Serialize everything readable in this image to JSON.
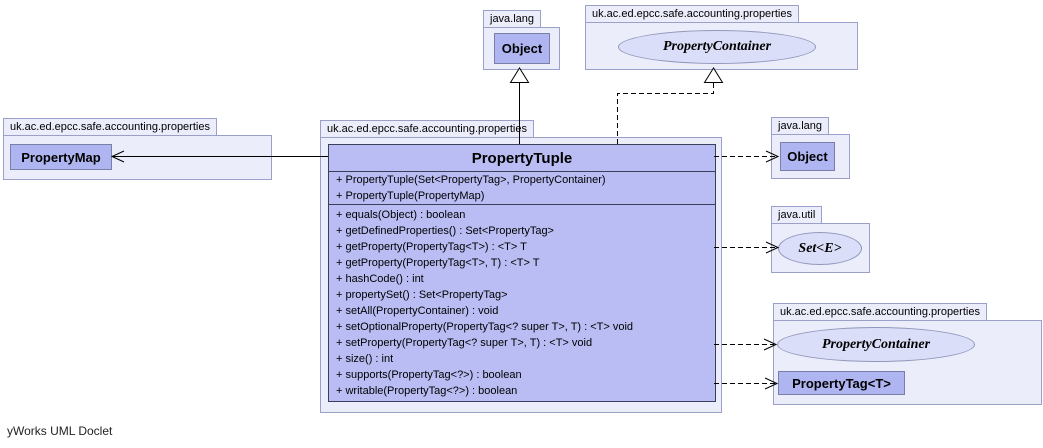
{
  "footer": "yWorks UML Doclet",
  "packages": {
    "left": {
      "name": "uk.ac.ed.epcc.safe.accounting.properties"
    },
    "top_left": {
      "name": "java.lang"
    },
    "top_right": {
      "name": "uk.ac.ed.epcc.safe.accounting.properties"
    },
    "main": {
      "name": "uk.ac.ed.epcc.safe.accounting.properties"
    },
    "right_object": {
      "name": "java.lang"
    },
    "right_set": {
      "name": "java.util"
    },
    "right_props": {
      "name": "uk.ac.ed.epcc.safe.accounting.properties"
    }
  },
  "classes": {
    "property_map": "PropertyMap",
    "object_top": "Object",
    "object_right": "Object",
    "property_container_top": "PropertyContainer",
    "property_container_right": "PropertyContainer",
    "set_e": "Set<E>",
    "property_tag": "PropertyTag<T>"
  },
  "main_class": {
    "title": "PropertyTuple",
    "constructors": [
      "+ PropertyTuple(Set<PropertyTag>, PropertyContainer)",
      "+ PropertyTuple(PropertyMap)"
    ],
    "methods": [
      "+ equals(Object) : boolean",
      "+ getDefinedProperties() : Set<PropertyTag>",
      "+ getProperty(PropertyTag<T>) : <T> T",
      "+ getProperty(PropertyTag<T>, T) : <T> T",
      "+ hashCode() : int",
      "+ propertySet() : Set<PropertyTag>",
      "+ setAll(PropertyContainer) : void",
      "+ setOptionalProperty(PropertyTag<? super T>, T) : <T> void",
      "+ setProperty(PropertyTag<? super T>, T) : <T> void",
      "+ size() : int",
      "+ supports(PropertyTag<?>) : boolean",
      "+ writable(PropertyTag<?>) : boolean"
    ]
  },
  "colors": {
    "package_fill": "#ecedfb",
    "package_border": "#9aa0c8",
    "class_fill": "#b9bdf3",
    "small_class_fill": "#afb5f0",
    "interface_fill": "#dbdef8",
    "connector": "#000000"
  }
}
